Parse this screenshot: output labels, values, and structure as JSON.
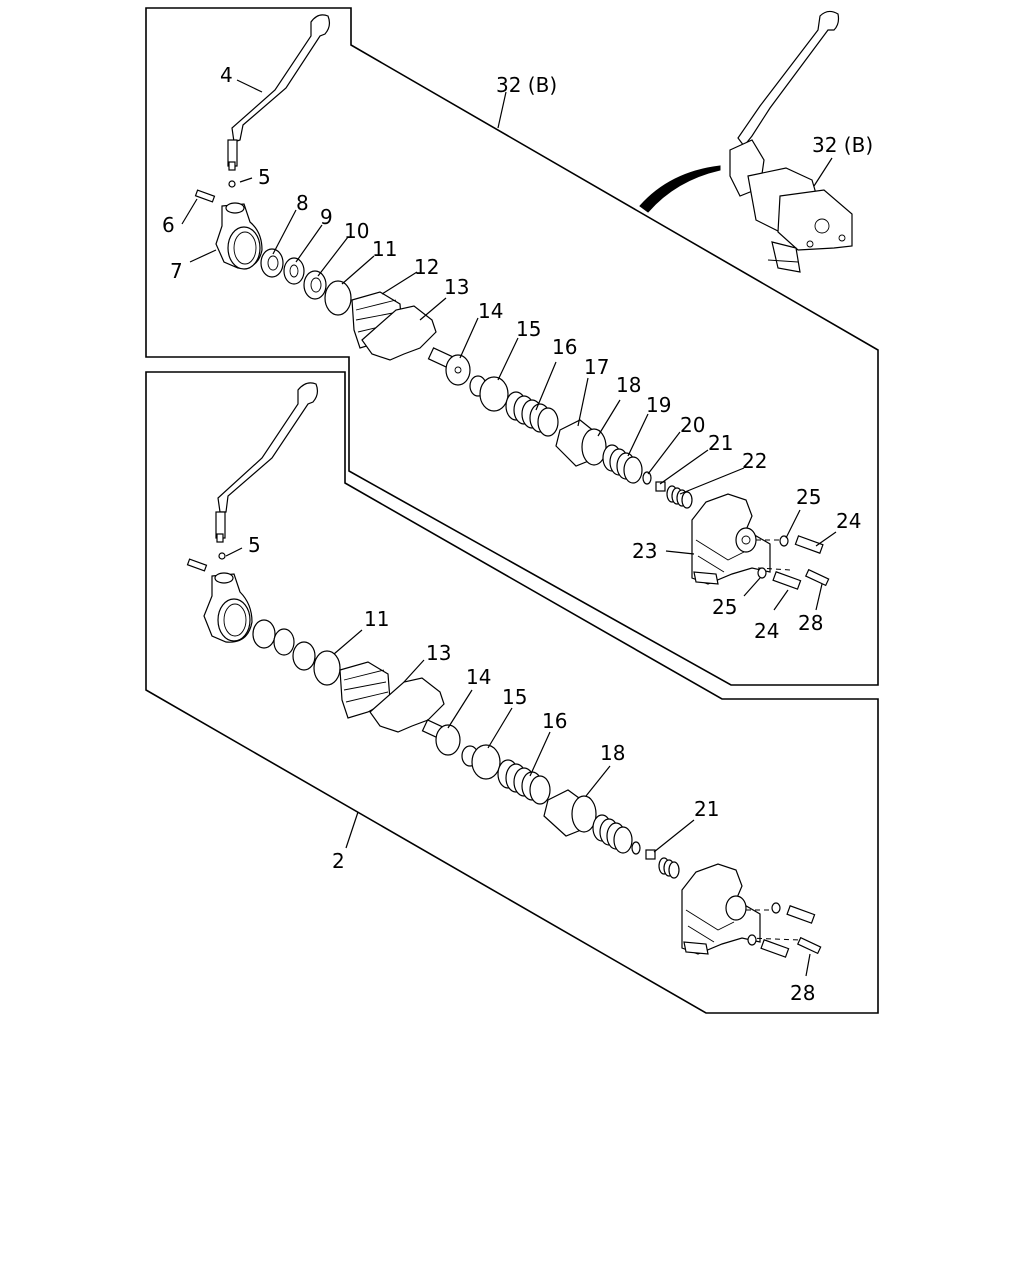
{
  "callouts": {
    "upper": {
      "c4": "4",
      "c5": "5",
      "c6": "6",
      "c7": "7",
      "c8": "8",
      "c9": "9",
      "c10": "10",
      "c11": "11",
      "c12": "12",
      "c13": "13",
      "c14": "14",
      "c15": "15",
      "c16": "16",
      "c17": "17",
      "c18": "18",
      "c19": "19",
      "c20": "20",
      "c21": "21",
      "c22": "22",
      "c23": "23",
      "c24a": "24",
      "c24b": "24",
      "c25a": "25",
      "c25b": "25",
      "c28": "28",
      "c32a": "32 (B)",
      "c32b": "32 (B)"
    },
    "lower": {
      "c2": "2",
      "c5": "5",
      "c11": "11",
      "c13": "13",
      "c14": "14",
      "c15": "15",
      "c16": "16",
      "c18": "18",
      "c21": "21",
      "c28": "28"
    }
  }
}
